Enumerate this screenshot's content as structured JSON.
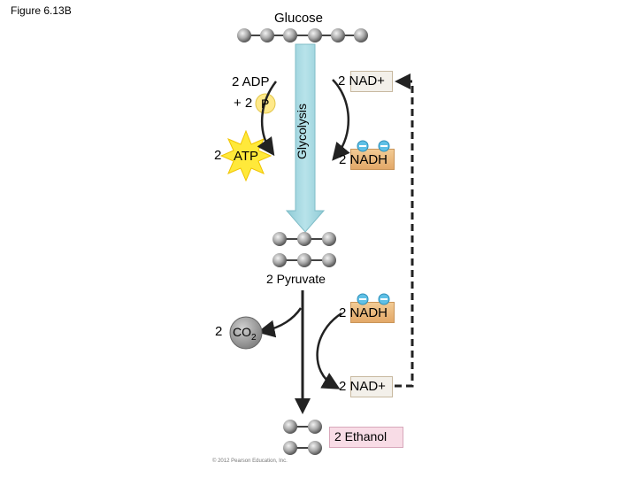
{
  "figure_label": "Figure 6.13B",
  "glucose": "Glucose",
  "glycolysis": "Glycolysis",
  "adp": "2 ADP",
  "plus_p_prefix": "+ 2",
  "p_symbol": "P",
  "atp_coef": "2",
  "atp": "ATP",
  "nad_plus_top": "2  NAD+",
  "nadh_top": "2 NADH",
  "pyruvate": "2 Pyruvate",
  "nadh_bottom": "2 NADH",
  "co2_coef": "2",
  "co2": "CO",
  "co2_sub": "2",
  "nad_plus_bottom": "2  NAD+",
  "ethanol": "2 Ethanol",
  "copyright": "© 2012 Pearson Education, Inc.",
  "colors": {
    "glycolysis_arrow": "#9fd6e0",
    "atp_star": "#ffe93a",
    "nadh_box": "#e9b47a",
    "nad_box": "#f3f0ea",
    "ethanol_box": "#f8dce6",
    "co2_circle": "#9a9a9a",
    "minus_circle": "#5fc0e6"
  }
}
